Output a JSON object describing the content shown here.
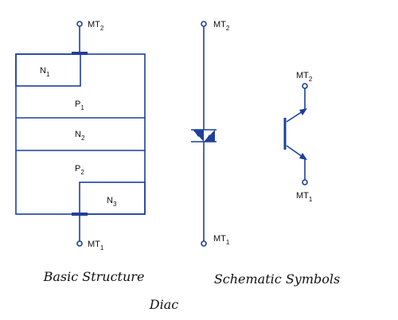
{
  "structure": {
    "top_terminal": {
      "base": "MT",
      "sub": "2"
    },
    "bottom_terminal": {
      "base": "MT",
      "sub": "1"
    },
    "layers": [
      {
        "base": "N",
        "sub": "1"
      },
      {
        "base": "P",
        "sub": "1"
      },
      {
        "base": "N",
        "sub": "2"
      },
      {
        "base": "P",
        "sub": "2"
      },
      {
        "base": "N",
        "sub": "3"
      }
    ],
    "caption": "Basic Structure"
  },
  "symbol": {
    "top_terminal": {
      "base": "MT",
      "sub": "2"
    },
    "bottom_terminal": {
      "base": "MT",
      "sub": "1"
    }
  },
  "transistor_symbol": {
    "top_terminal": {
      "base": "MT",
      "sub": "2"
    },
    "bottom_terminal": {
      "base": "MT",
      "sub": "1"
    }
  },
  "captions": {
    "schematic": "Schematic Symbols",
    "figure": "Diac"
  }
}
